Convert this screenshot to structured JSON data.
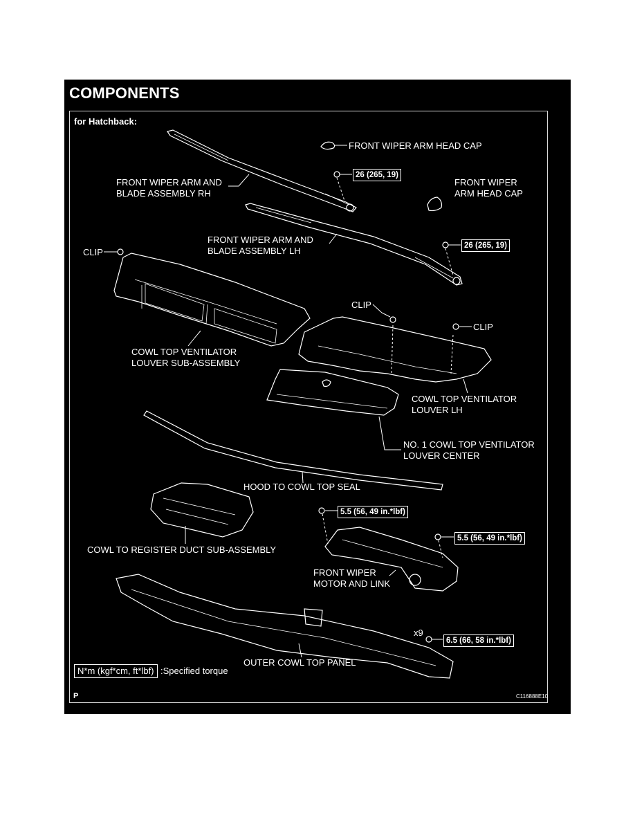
{
  "title": "COMPONENTS",
  "subtitle": "for Hatchback:",
  "labels": {
    "head_cap_top": "FRONT WIPER ARM HEAD CAP",
    "arm_rh": "FRONT WIPER ARM AND\nBLADE ASSEMBLY RH",
    "head_cap_right": "FRONT WIPER\nARM HEAD CAP",
    "arm_lh": "FRONT WIPER ARM AND\nBLADE ASSEMBLY LH",
    "clip_left": "CLIP",
    "clip_mid": "CLIP",
    "clip_right": "CLIP",
    "louver_sub": "COWL TOP VENTILATOR\nLOUVER SUB-ASSEMBLY",
    "louver_lh": "COWL TOP VENTILATOR\nLOUVER LH",
    "louver_center": "NO. 1 COWL TOP VENTILATOR\nLOUVER CENTER",
    "hood_seal": "HOOD TO COWL TOP SEAL",
    "duct": "COWL TO REGISTER DUCT SUB-ASSEMBLY",
    "motor": "FRONT WIPER\nMOTOR AND LINK",
    "outer_panel": "OUTER COWL TOP PANEL",
    "qty": "x9"
  },
  "torques": {
    "arm_rh_nut": "26 (265, 19)",
    "arm_lh_nut": "26 (265, 19)",
    "motor_bolt_left": "5.5 (56, 49 in.*lbf)",
    "motor_bolt_right": "5.5 (56, 49 in.*lbf)",
    "panel_bolt": "6.5 (66, 58 in.*lbf)"
  },
  "legend": {
    "box": "N*m (kgf*cm, ft*lbf)",
    "text": ":Specified torque"
  },
  "footer": {
    "corner": "P",
    "figure_id": "C116888E10"
  },
  "colors": {
    "background": "#000000",
    "foreground": "#ffffff"
  }
}
